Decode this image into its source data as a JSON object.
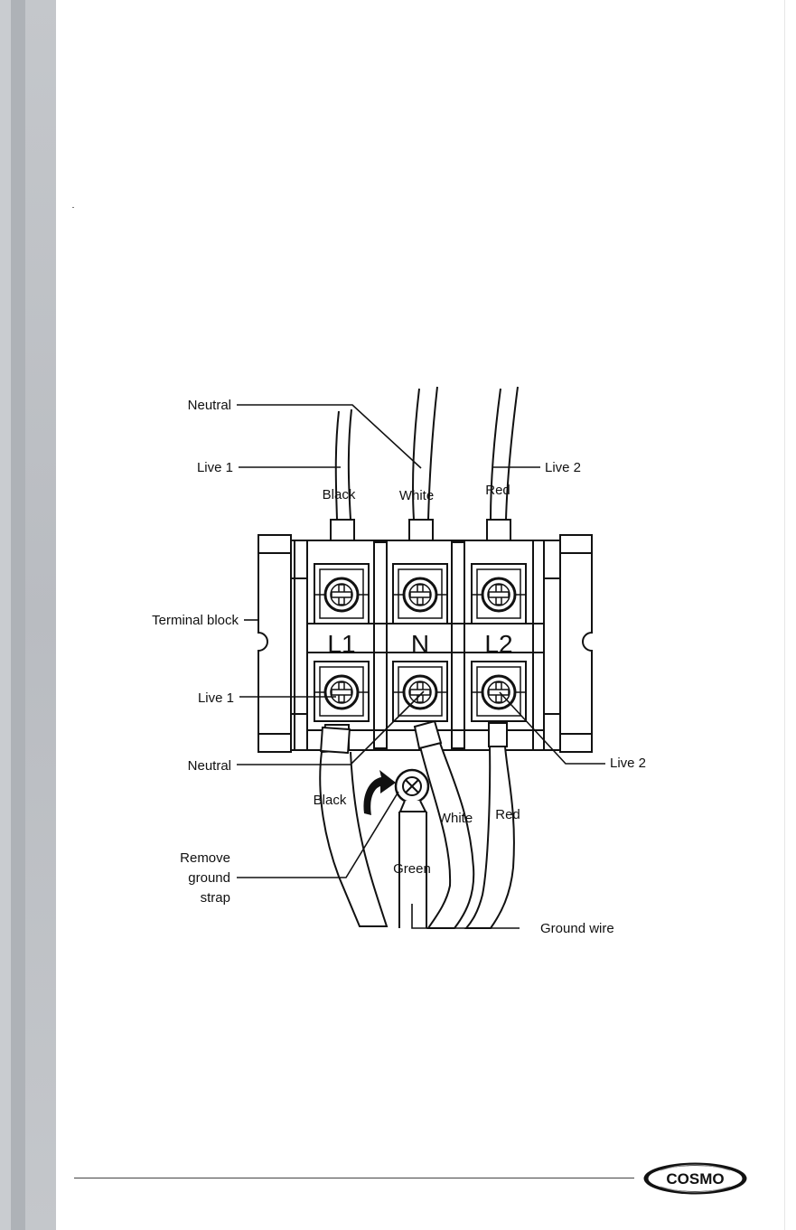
{
  "diagram": {
    "top_labels": {
      "neutral": "Neutral",
      "live1": "Live 1",
      "live2": "Live 2",
      "black": "Black",
      "white": "White",
      "red": "Red"
    },
    "terminals": {
      "l1": "L1",
      "n": "N",
      "l2": "L2"
    },
    "side_labels": {
      "terminal_block": "Terminal block",
      "live1": "Live 1",
      "neutral": "Neutral",
      "live2": "Live 2"
    },
    "bottom_labels": {
      "black": "Black",
      "white": "White",
      "red": "Red",
      "green": "Green",
      "remove_1": "Remove",
      "remove_2": "ground",
      "remove_3": "strap",
      "ground_wire": "Ground wire"
    }
  },
  "footer": {
    "brand": "COSMO"
  }
}
